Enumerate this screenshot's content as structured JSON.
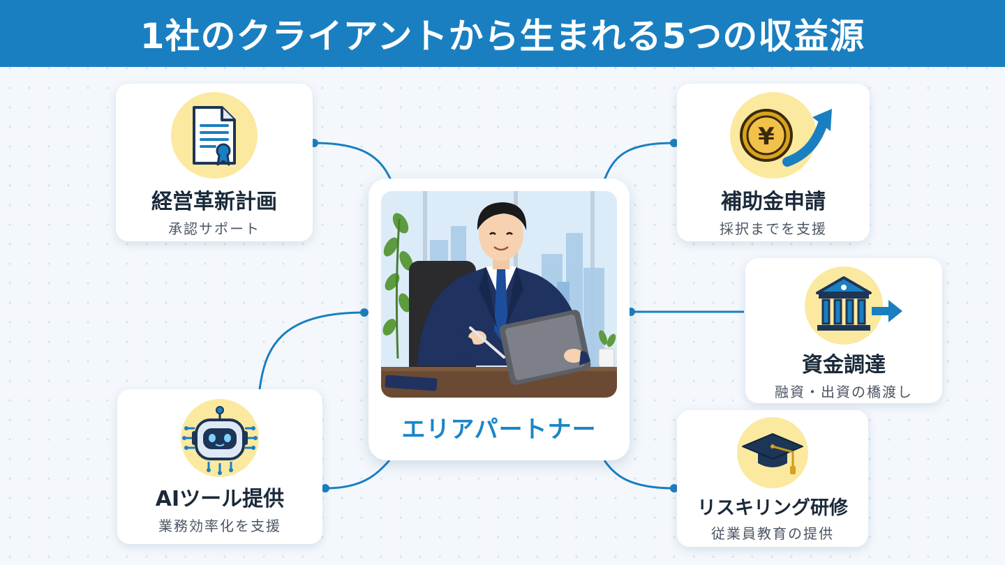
{
  "header": {
    "title": "1社のクライアントから生まれる5つの収益源"
  },
  "center": {
    "label": "エリアパートナー"
  },
  "cards": {
    "plan": {
      "title": "経営革新計画",
      "subtitle": "承認サポート",
      "icon": "certificate-document-icon"
    },
    "subsidy": {
      "title": "補助金申請",
      "subtitle": "採択までを支援",
      "icon": "yen-coin-growth-icon",
      "symbol": "¥"
    },
    "funding": {
      "title": "資金調達",
      "subtitle": "融資・出資の橋渡し",
      "icon": "bank-arrow-icon"
    },
    "ai": {
      "title": "AIツール提供",
      "subtitle": "業務効率化を支援",
      "icon": "robot-icon"
    },
    "reskill": {
      "title": "リスキリング研修",
      "subtitle": "従業員教育の提供",
      "icon": "graduation-cap-icon"
    }
  },
  "colors": {
    "banner": "#1a7fc0",
    "connector": "#1a7fc0",
    "icon_bg": "#fbe9a0",
    "center_label": "#1a86c8"
  }
}
